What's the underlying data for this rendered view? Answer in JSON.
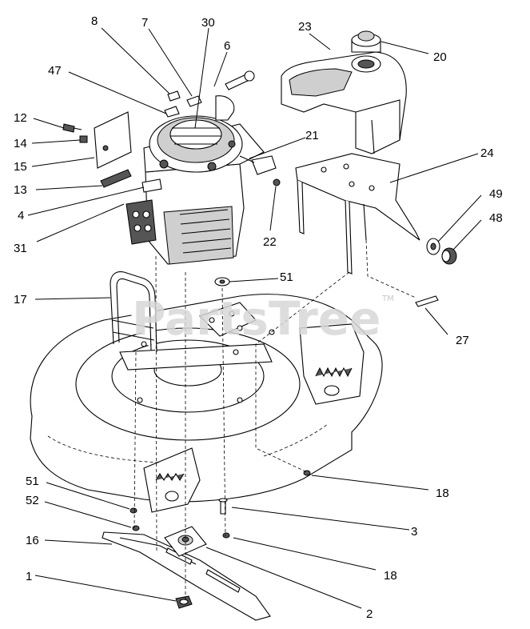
{
  "watermark": {
    "text": "PartsTree",
    "tm": "TM"
  },
  "labels": {
    "p8": "8",
    "p7": "7",
    "p30": "30",
    "p6": "6",
    "p23": "23",
    "p20": "20",
    "p47": "47",
    "p12": "12",
    "p14": "14",
    "p15": "15",
    "p13": "13",
    "p4": "4",
    "p31": "31",
    "p21": "21",
    "p22": "22",
    "p24": "24",
    "p49": "49",
    "p48": "48",
    "p51a": "51",
    "p17": "17",
    "p27": "27",
    "p18a": "18",
    "p51b": "51",
    "p52": "52",
    "p3": "3",
    "p16": "16",
    "p18b": "18",
    "p1": "1",
    "p2": "2"
  }
}
